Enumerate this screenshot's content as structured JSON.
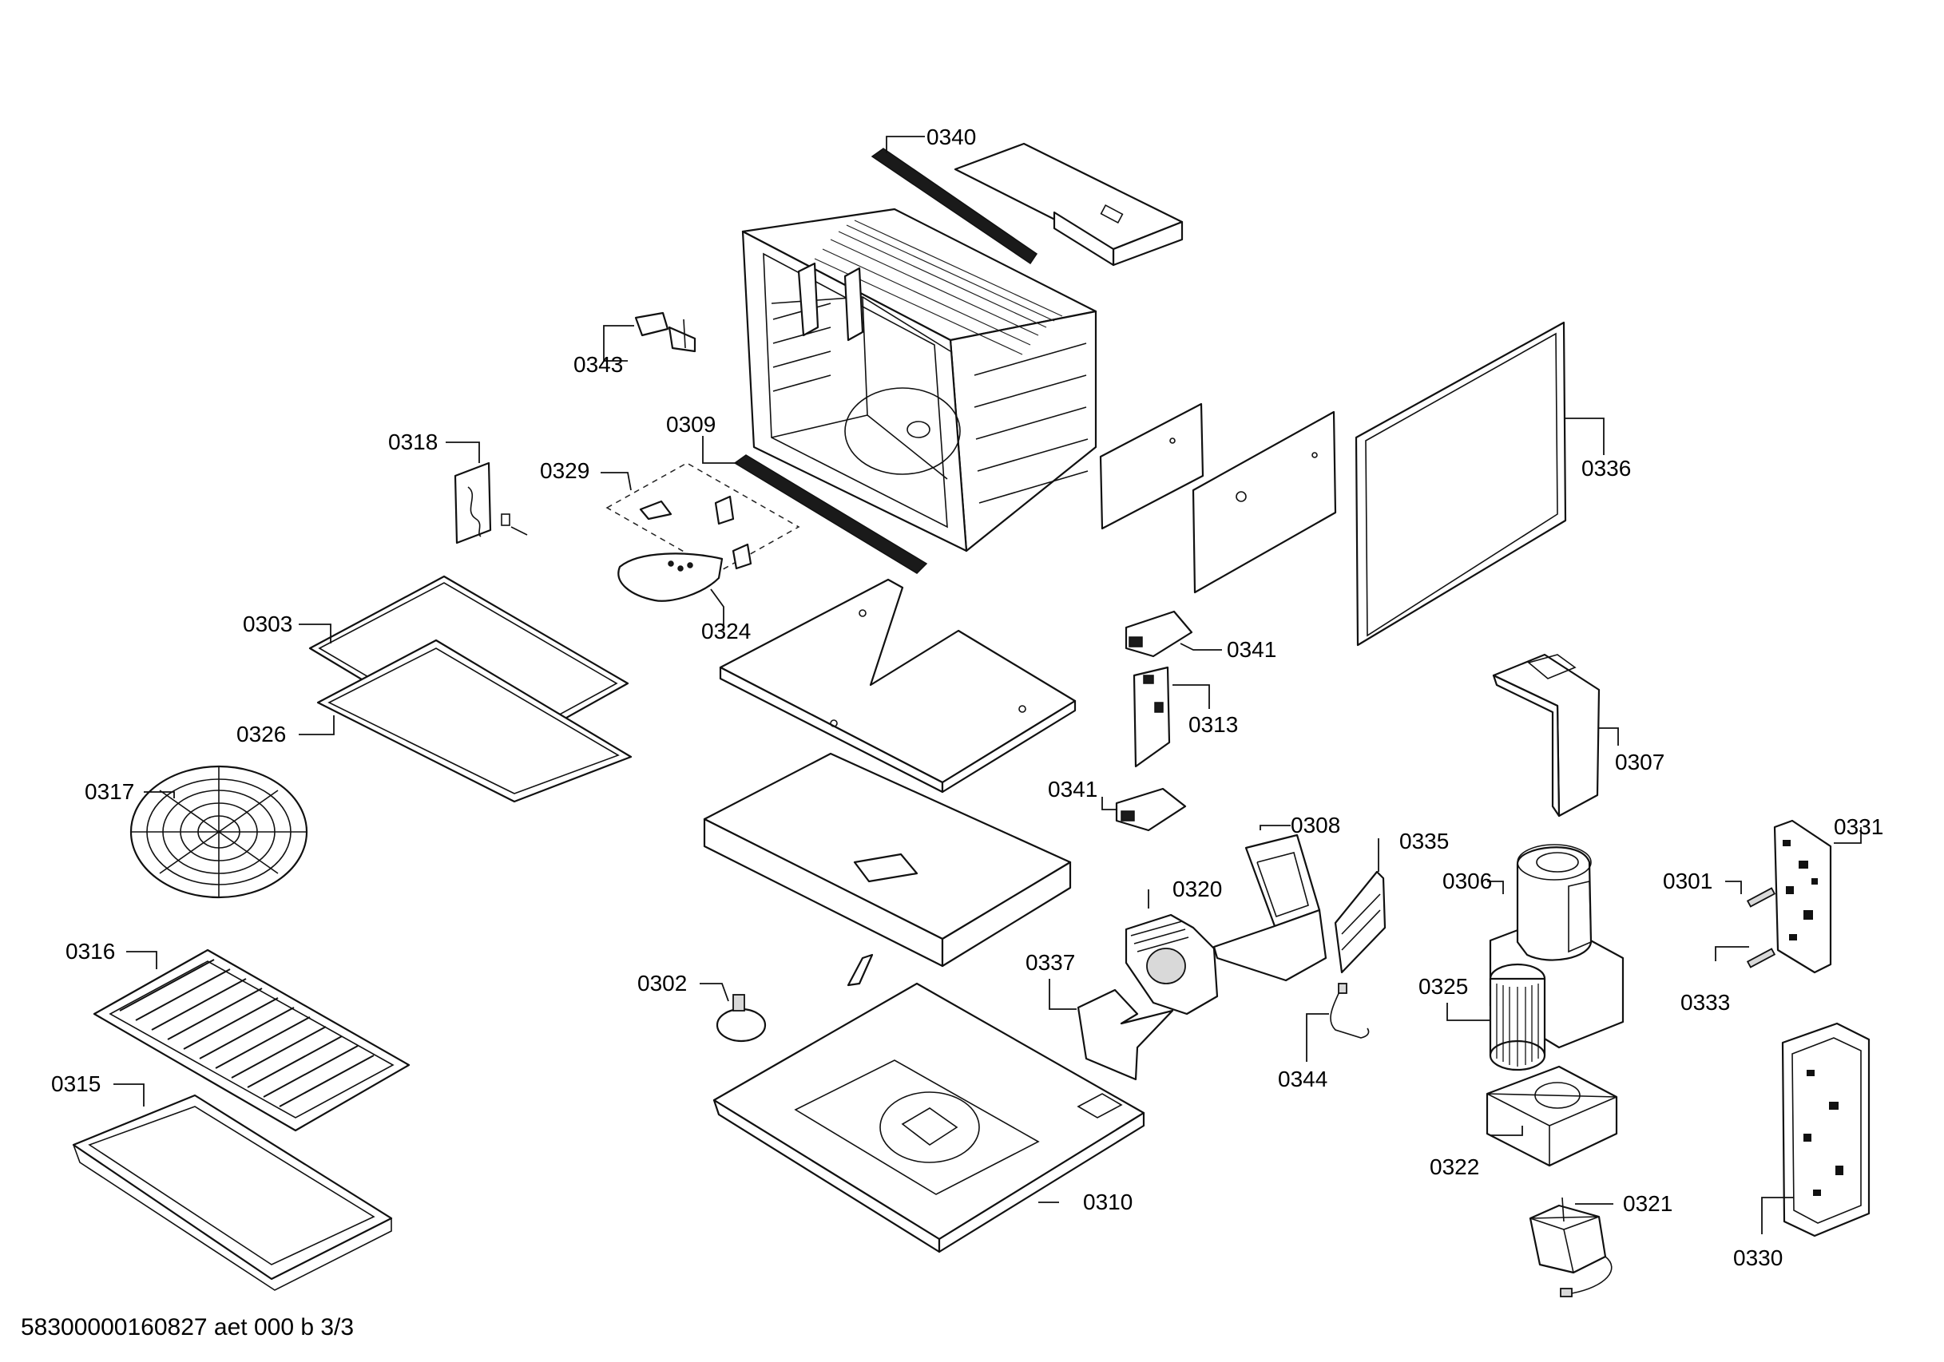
{
  "labels": {
    "l0340": "0340",
    "l0343": "0343",
    "l0318": "0318",
    "l0309": "0309",
    "l0329": "0329",
    "l0303": "0303",
    "l0324": "0324",
    "l0326": "0326",
    "l0336": "0336",
    "l0341a": "0341",
    "l0313": "0313",
    "l0341b": "0341",
    "l0307": "0307",
    "l0317": "0317",
    "l0308": "0308",
    "l0335": "0335",
    "l0331": "0331",
    "l0320": "0320",
    "l0306": "0306",
    "l0301": "0301",
    "l0316": "0316",
    "l0337": "0337",
    "l0302": "0302",
    "l0325": "0325",
    "l0333": "0333",
    "l0344": "0344",
    "l0315": "0315",
    "l0322": "0322",
    "l0310": "0310",
    "l0321": "0321",
    "l0330": "0330"
  },
  "footer": "58300000160827 aet 000 b 3/3"
}
